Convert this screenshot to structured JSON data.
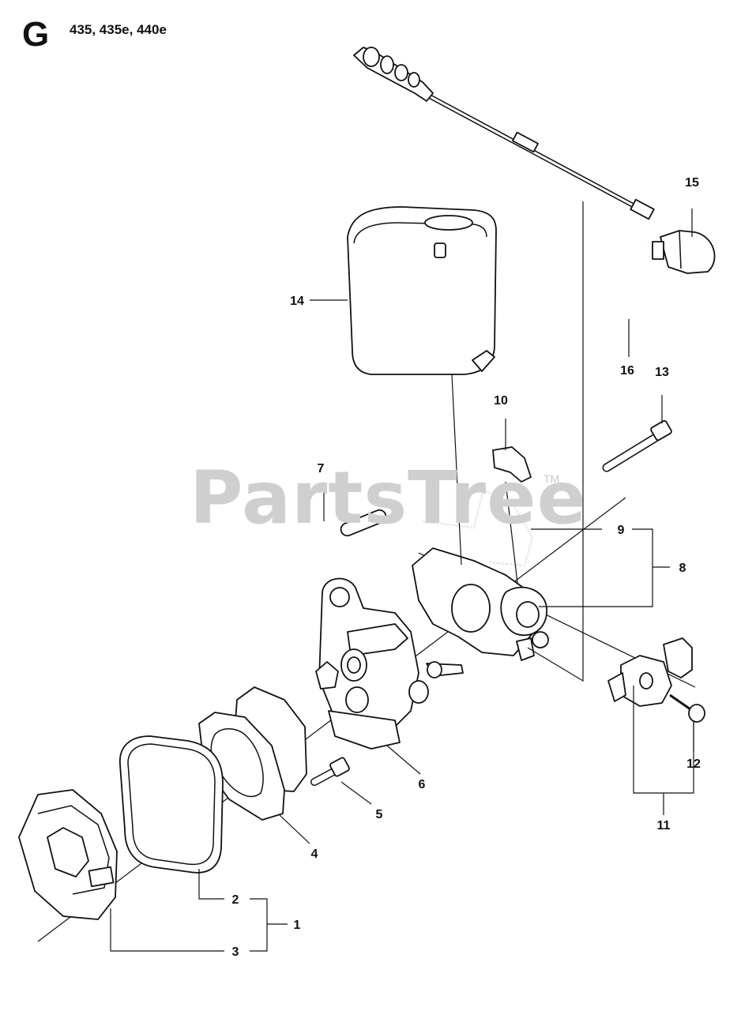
{
  "header": {
    "section_letter": "G",
    "models": "435, 435e, 440e"
  },
  "watermark": {
    "text": "PartsTree",
    "trademark": "TM"
  },
  "callouts": {
    "c1": "1",
    "c2": "2",
    "c3": "3",
    "c4": "4",
    "c5": "5",
    "c6": "6",
    "c7": "7",
    "c8": "8",
    "c9": "9",
    "c10": "10",
    "c11": "11",
    "c12": "12",
    "c13": "13",
    "c14": "14",
    "c15": "15",
    "c16": "16"
  }
}
